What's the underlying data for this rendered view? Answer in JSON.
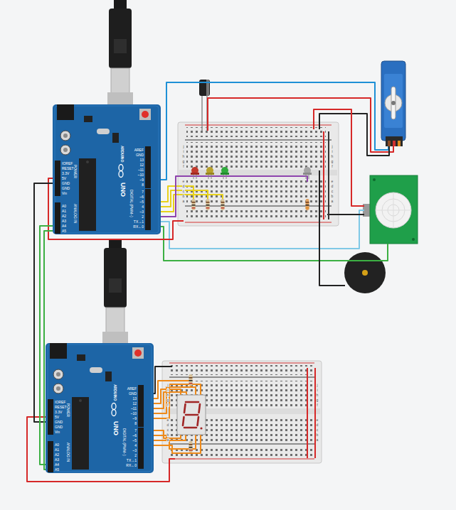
{
  "diagram": {
    "nodes": [
      {
        "text": [
          "ARDUINO",
          "UNO",
          "DIGITAL (PWM~)",
          "POWER",
          "ANALOG IN",
          "AREF",
          "GND",
          "13",
          "12",
          "~11",
          "~10",
          "~9",
          "8",
          "7",
          "~6",
          "~5",
          "4",
          "~3",
          "2",
          "TX→1",
          "RX←0",
          "IOREF",
          "RESET",
          "3.3V",
          "5V",
          "GND",
          "GND",
          "Vin",
          "A0",
          "A1",
          "A2",
          "A3",
          "A4",
          "A5"
        ]
      },
      {
        "text": [
          "ARDUINO",
          "UNO",
          "DIGITAL (PWM~)",
          "POWER",
          "ANALOG IN",
          "AREF",
          "GND",
          "13",
          "12",
          "~11",
          "~10",
          "~9",
          "8",
          "7",
          "~6",
          "~5",
          "4",
          "~3",
          "2",
          "TX→1",
          "RX←0",
          "IOREF",
          "RESET",
          "3.3V",
          "5V",
          "GND",
          "GND",
          "Vin",
          "A0",
          "A1",
          "A2",
          "A3",
          "A4",
          "A5"
        ]
      }
    ],
    "edges": [
      {
        "from": 0,
        "to": 1,
        "arrow": "none"
      },
      {
        "from": 0,
        "to": 1,
        "arrow": "none"
      },
      {
        "from": 0,
        "to": 1,
        "arrow": "none"
      }
    ],
    "labels": [
      "j",
      "i",
      "h",
      "g",
      "f",
      "e",
      "d",
      "c",
      "b",
      "a",
      "j",
      "i",
      "h",
      "g",
      "f",
      "e",
      "d",
      "c",
      "b",
      "a",
      "j",
      "i",
      "h",
      "g",
      "f",
      "e",
      "d",
      "c",
      "b",
      "a",
      "j",
      "i",
      "h",
      "g",
      "f",
      "e",
      "d",
      "c",
      "b",
      "a"
    ]
  }
}
